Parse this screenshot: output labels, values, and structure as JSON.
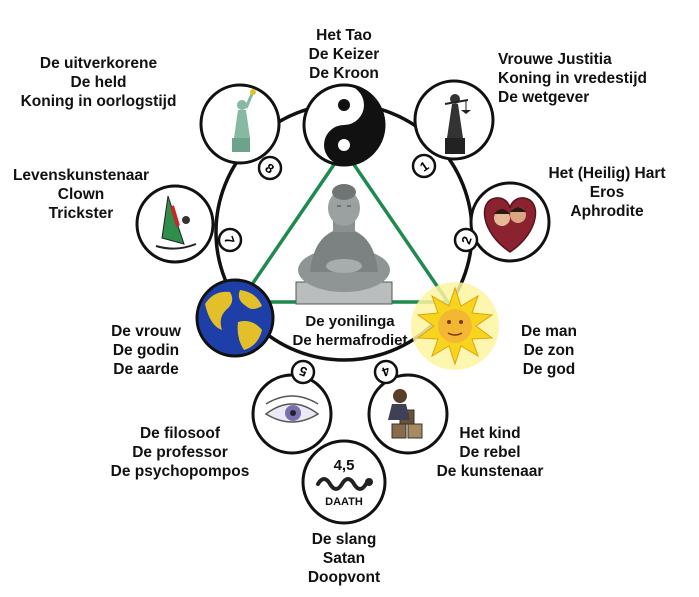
{
  "colors": {
    "ring": "#111111",
    "triangle": "#1d8a4e",
    "earth_ocean": "#1f3fa8",
    "earth_land": "#e3c02a",
    "sun": "#f7d51f",
    "sun_glow": "#fbf4a0",
    "heart": "#8b2230",
    "eye": "#7a6fb0"
  },
  "nodes": [
    {
      "id": "tao",
      "icon": "yin-yang-icon",
      "labels": [
        "Het Tao",
        "De Keizer",
        "De Kroon"
      ]
    },
    {
      "id": "justitia",
      "number": "1",
      "icon": "justice-statue-icon",
      "labels": [
        "Vrouwe Justitia",
        "Koning in vredestijd",
        "De wetgever"
      ]
    },
    {
      "id": "hart",
      "number": "2",
      "icon": "heart-couple-icon",
      "labels": [
        "Het (Heilig) Hart",
        "Eros",
        "Aphrodite"
      ]
    },
    {
      "id": "man",
      "icon": "sun-face-icon",
      "labels": [
        "De man",
        "De zon",
        "De god"
      ]
    },
    {
      "id": "kind",
      "number": "4",
      "icon": "child-blocks-icon",
      "labels": [
        "Het kind",
        "De rebel",
        "De kunstenaar"
      ]
    },
    {
      "id": "slang",
      "icon": "serpent-icon",
      "badge": "4,5",
      "caption": "DAATH",
      "labels": [
        "De slang",
        "Satan",
        "Doopvont"
      ]
    },
    {
      "id": "filosoof",
      "number": "5",
      "icon": "eye-icon",
      "labels": [
        "De filosoof",
        "De professor",
        "De psychopompos"
      ]
    },
    {
      "id": "vrouw",
      "icon": "earth-globe-icon",
      "labels": [
        "De vrouw",
        "De godin",
        "De aarde"
      ]
    },
    {
      "id": "trickster",
      "number": "7",
      "icon": "windsurfer-icon",
      "labels": [
        "Levenskunstenaar",
        "Clown",
        "Trickster"
      ]
    },
    {
      "id": "held",
      "number": "8",
      "icon": "statue-of-liberty-icon",
      "labels": [
        "De uitverkorene",
        "De held",
        "Koning in oorlogstijd"
      ]
    }
  ],
  "center": {
    "icon": "buddha-icon",
    "labels": [
      "De yonilinga",
      "De hermafrodiet"
    ]
  }
}
